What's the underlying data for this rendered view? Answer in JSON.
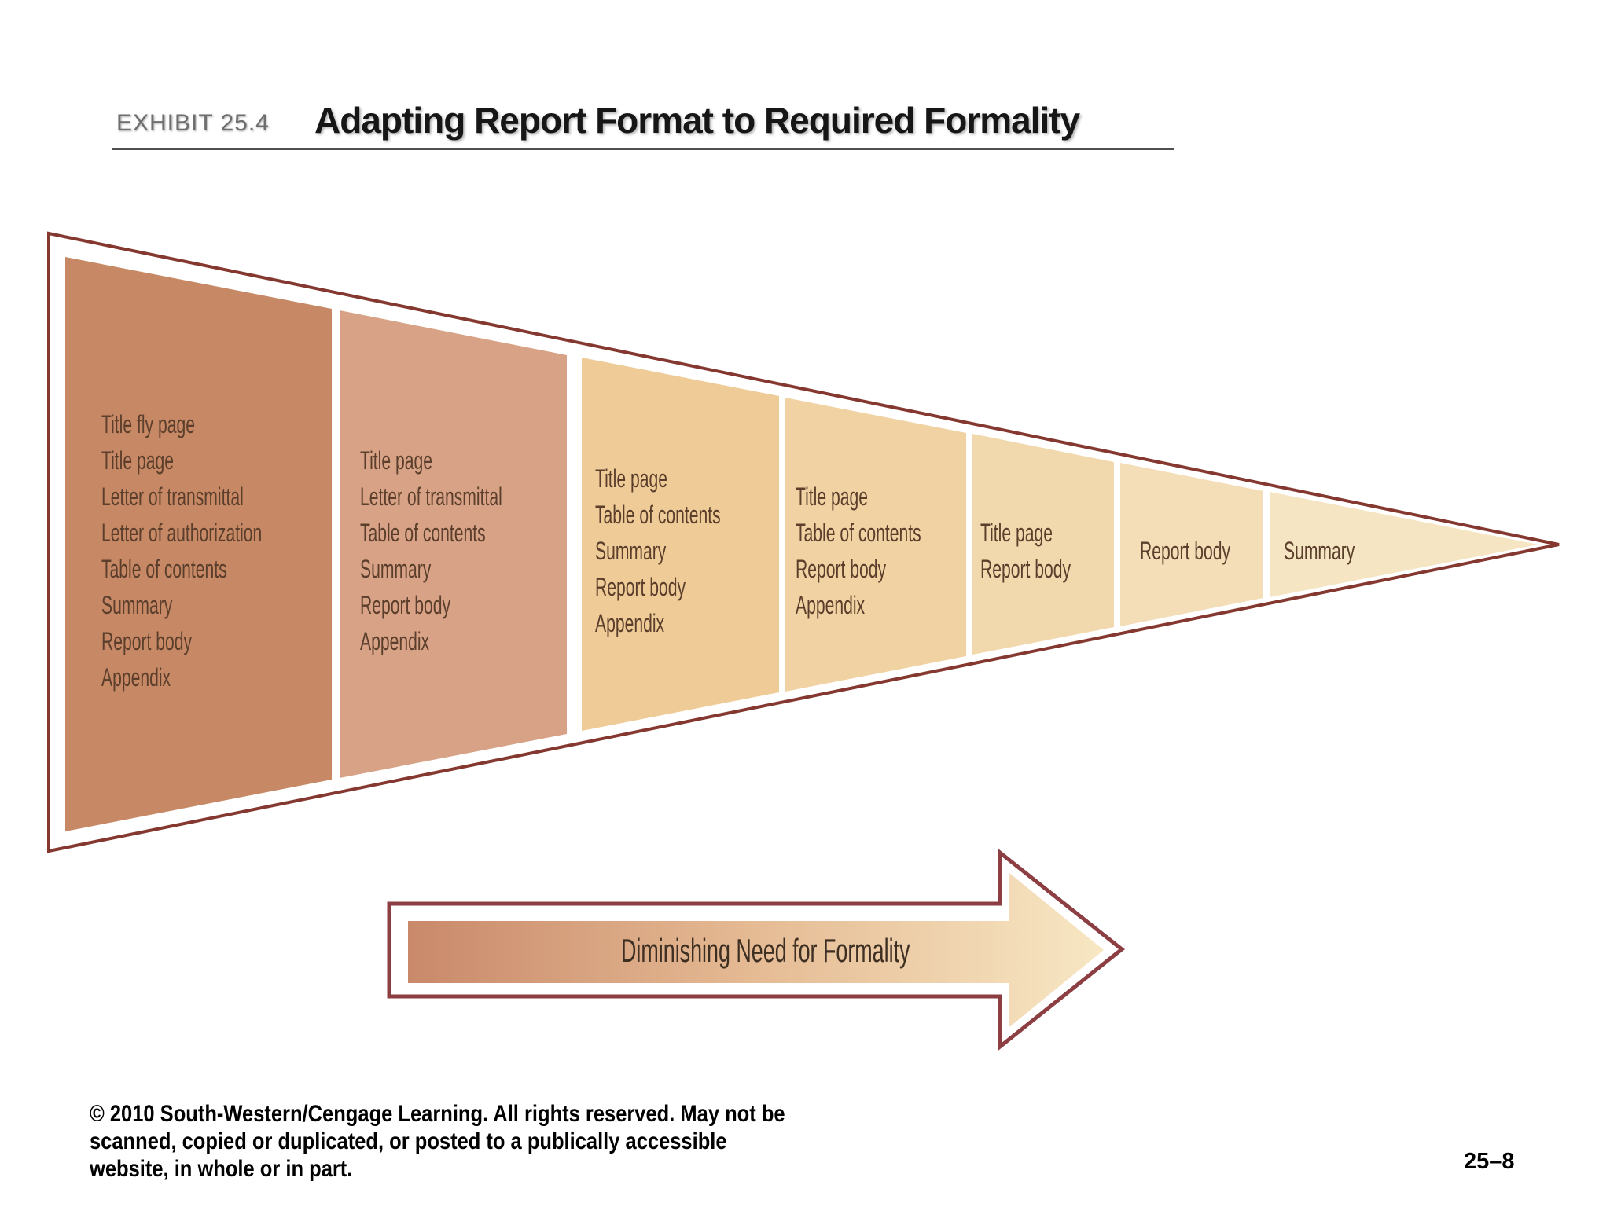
{
  "header": {
    "exhibit_label": "EXHIBIT 25.4",
    "title": "Adapting Report Format to Required Formality"
  },
  "diagram": {
    "type": "funnel-pennant",
    "outline_color": "#84382f",
    "text_color": "#5b3e2b",
    "segments": [
      {
        "color": "#c78965",
        "items": [
          "Title fly page",
          "Title page",
          "Letter of transmittal",
          "Letter of authorization",
          "Table of contents",
          "Summary",
          "Report body",
          "Appendix"
        ]
      },
      {
        "color": "#d7a285",
        "items": [
          "Title page",
          "Letter of transmittal",
          "Table of contents",
          "Summary",
          "Report body",
          "Appendix"
        ]
      },
      {
        "color": "#eecb97",
        "items": [
          "Title page",
          "Table of contents",
          "Summary",
          "Report body",
          "Appendix"
        ]
      },
      {
        "color": "#f0d2a3",
        "items": [
          "Title page",
          "Table of contents",
          "Report body",
          "Appendix"
        ]
      },
      {
        "color": "#f2d9ad",
        "items": [
          "Title page",
          "Report body"
        ]
      },
      {
        "color": "#f4deb8",
        "items": [
          "Report body"
        ]
      },
      {
        "color": "#f6e5c2",
        "items": [
          "Summary"
        ]
      }
    ],
    "arrow": {
      "label": "Diminishing Need for Formality",
      "outline_color": "#8c3e42",
      "gradient_from": "#c9896a",
      "gradient_mid": "#e5bb94",
      "gradient_to": "#f7e7c3"
    }
  },
  "footer": {
    "copyright_lines": [
      "© 2010 South-Western/Cengage Learning. All rights reserved.  May not be",
      "scanned, copied or duplicated, or posted to a publically accessible",
      "website, in whole or in part."
    ],
    "page_number": "25–8"
  }
}
